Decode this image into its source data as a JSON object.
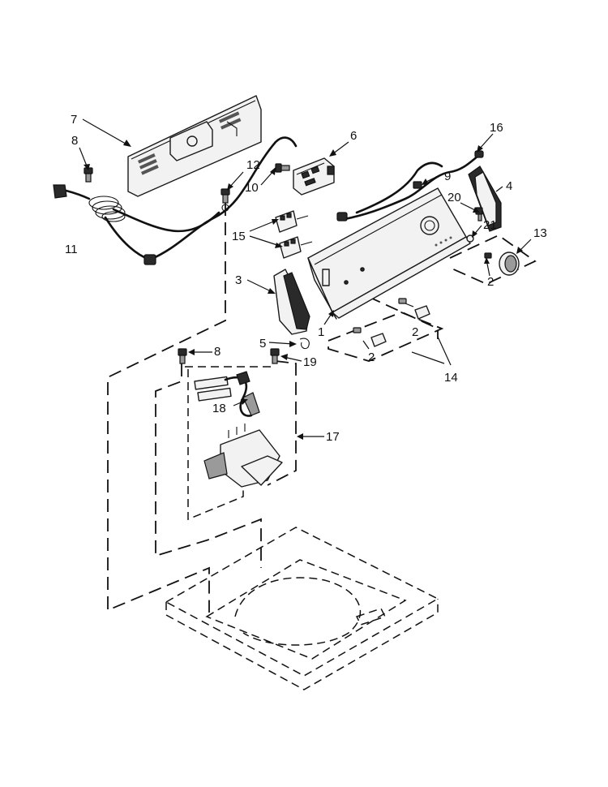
{
  "callouts": {
    "c1": "1",
    "c2a": "2",
    "c2b": "2",
    "c2c": "2",
    "c3": "3",
    "c4": "4",
    "c5": "5",
    "c6": "6",
    "c7": "7",
    "c8a": "8",
    "c8b": "8",
    "c9": "9",
    "c10": "10",
    "c11": "11",
    "c12": "12",
    "c13": "13",
    "c14": "14",
    "c15": "15",
    "c16": "16",
    "c17": "17",
    "c18": "18",
    "c19": "19",
    "c20": "20",
    "c21": "21"
  }
}
